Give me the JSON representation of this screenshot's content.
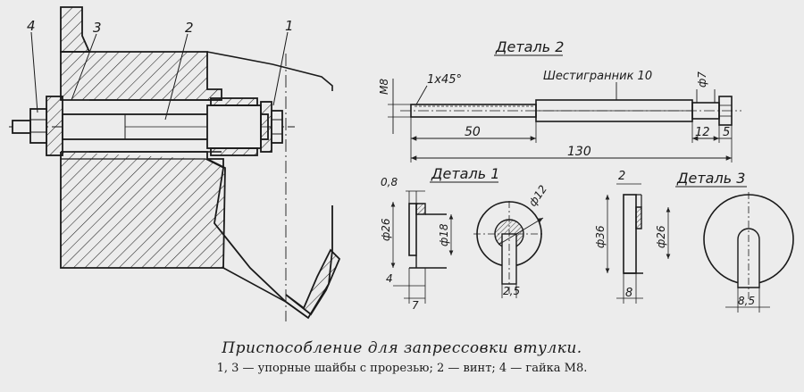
{
  "assembly_callouts": [
    "4",
    "3",
    "2",
    "1"
  ],
  "part2": {
    "title": "Деталь 2",
    "chamfer": "1x45°",
    "thread": "M8",
    "hex": "Шестигранник 10",
    "dia": "ф7",
    "dim_50": "50",
    "dim_130": "130",
    "dim_12": "12",
    "dim_5": "5"
  },
  "part1": {
    "title": "Деталь 1",
    "dim_08": "0,8",
    "dia_26": "ф26",
    "dia_18": "ф18",
    "dim_4": "4",
    "dim_7": "7",
    "dia_12": "ф12",
    "slot": "2,5"
  },
  "part3": {
    "title": "Деталь 3",
    "dim_2": "2",
    "dia_36": "ф36",
    "dia_26": "ф26",
    "dim_8": "8",
    "slot": "8,5"
  },
  "caption": {
    "title": "Приспособление для запрессовки втулки.",
    "legend": "1, 3 — упорные шайбы с прорезью; 2 — винт; 4 — гайка М8."
  }
}
